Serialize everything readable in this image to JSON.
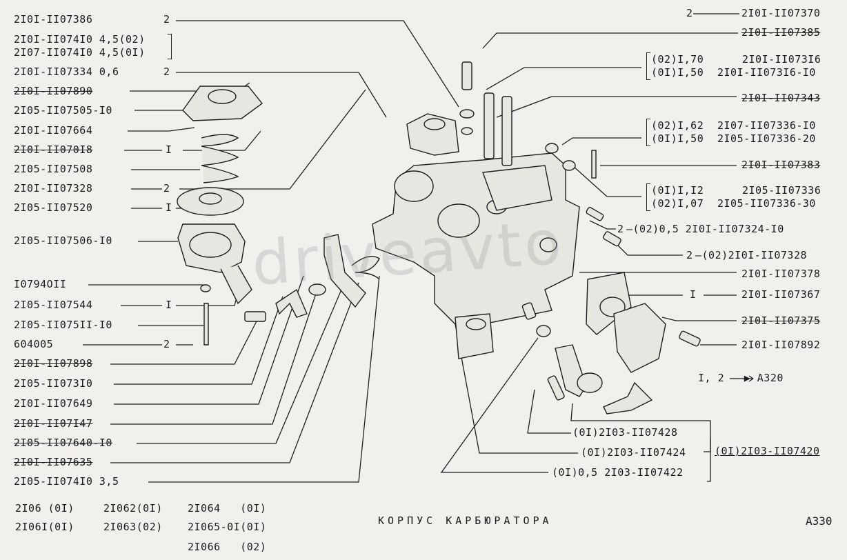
{
  "diagram": {
    "title": "КОРПУС КАРБЮРАТОРА",
    "page_code": "А330",
    "reference_note": "I, 2 ——▶ А320",
    "watermark": "driveavto"
  },
  "left_labels": [
    {
      "text": "2I0I-II07386",
      "qty": "2"
    },
    {
      "text": "2I0I-II074I0 4,5(02)"
    },
    {
      "text": "2I07-II074I0 4,5(0I)"
    },
    {
      "text": "2I0I-II07334 0,6",
      "qty": "2"
    },
    {
      "text": "2I0I-II07890",
      "struck": true
    },
    {
      "text": "2I05-II07505-I0"
    },
    {
      "text": "2I0I-II07664"
    },
    {
      "text": "2I0I-II070I8",
      "struck": true,
      "qty": "I"
    },
    {
      "text": "2I05-II07508"
    },
    {
      "text": "2I0I-II07328",
      "qty": "2"
    },
    {
      "text": "2I05-II07520",
      "qty": "I"
    },
    {
      "text": "2I05-II07506-I0"
    },
    {
      "text": "I0794OII"
    },
    {
      "text": "2I05-II07544",
      "qty": "I"
    },
    {
      "text": "2I05-II075II-I0"
    },
    {
      "text": "604005",
      "qty": "2"
    },
    {
      "text": "2I0I-II07898",
      "struck": true
    },
    {
      "text": "2I05-II073I0"
    },
    {
      "text": "2I0I-II07649"
    },
    {
      "text": "2I0I-II07I47",
      "struck": true
    },
    {
      "text": "2I05-II07640-I0",
      "struck": true
    },
    {
      "text": "2I0I-II07635",
      "struck": true
    },
    {
      "text": "2I05-II074I0 3,5"
    }
  ],
  "right_labels": [
    {
      "qty": "2",
      "text": "2I0I-II07370"
    },
    {
      "text": "2I0I-II07385",
      "struck": true
    },
    {
      "variant": "(02)I,70",
      "text": "2I0I-II073I6"
    },
    {
      "variant": "(0I)I,50",
      "text": "2I0I-II073I6-I0"
    },
    {
      "text": "2I0I-II07343",
      "struck": true
    },
    {
      "variant": "(02)I,62",
      "text": "2I07-II07336-I0"
    },
    {
      "variant": "(0I)I,50",
      "text": "2I05-II07336-20"
    },
    {
      "text": "2I0I-II07383",
      "struck": true
    },
    {
      "variant": "(0I)I,I2",
      "text": "2I05-II07336"
    },
    {
      "variant": "(02)I,07",
      "text": "2I05-II07336-30"
    },
    {
      "qty": "2",
      "text": "—(02)0,5 2I0I-II07324-I0"
    },
    {
      "qty": "2",
      "text": "—(02)2I0I-II07328"
    },
    {
      "text": "2I0I-II07378"
    },
    {
      "qty": "I",
      "text": "2I0I-II07367"
    },
    {
      "text": "2I0I-II07375",
      "struck": true
    },
    {
      "text": "2I0I-II07892"
    }
  ],
  "bottom_labels": [
    {
      "text": "(0I)2I03-II07428"
    },
    {
      "text": "(0I)2I03-II07424"
    },
    {
      "text": "(0I)0,5 2I03-II07422"
    },
    {
      "text": "(0I)2I03-II07420"
    }
  ],
  "applicability": [
    "2I06 (0I)",
    "2I062(0I)",
    "2I064   (0I)",
    "2I06I(0I)",
    "2I063(02)",
    "2I065-0I(0I)",
    "2I066   (02)"
  ]
}
